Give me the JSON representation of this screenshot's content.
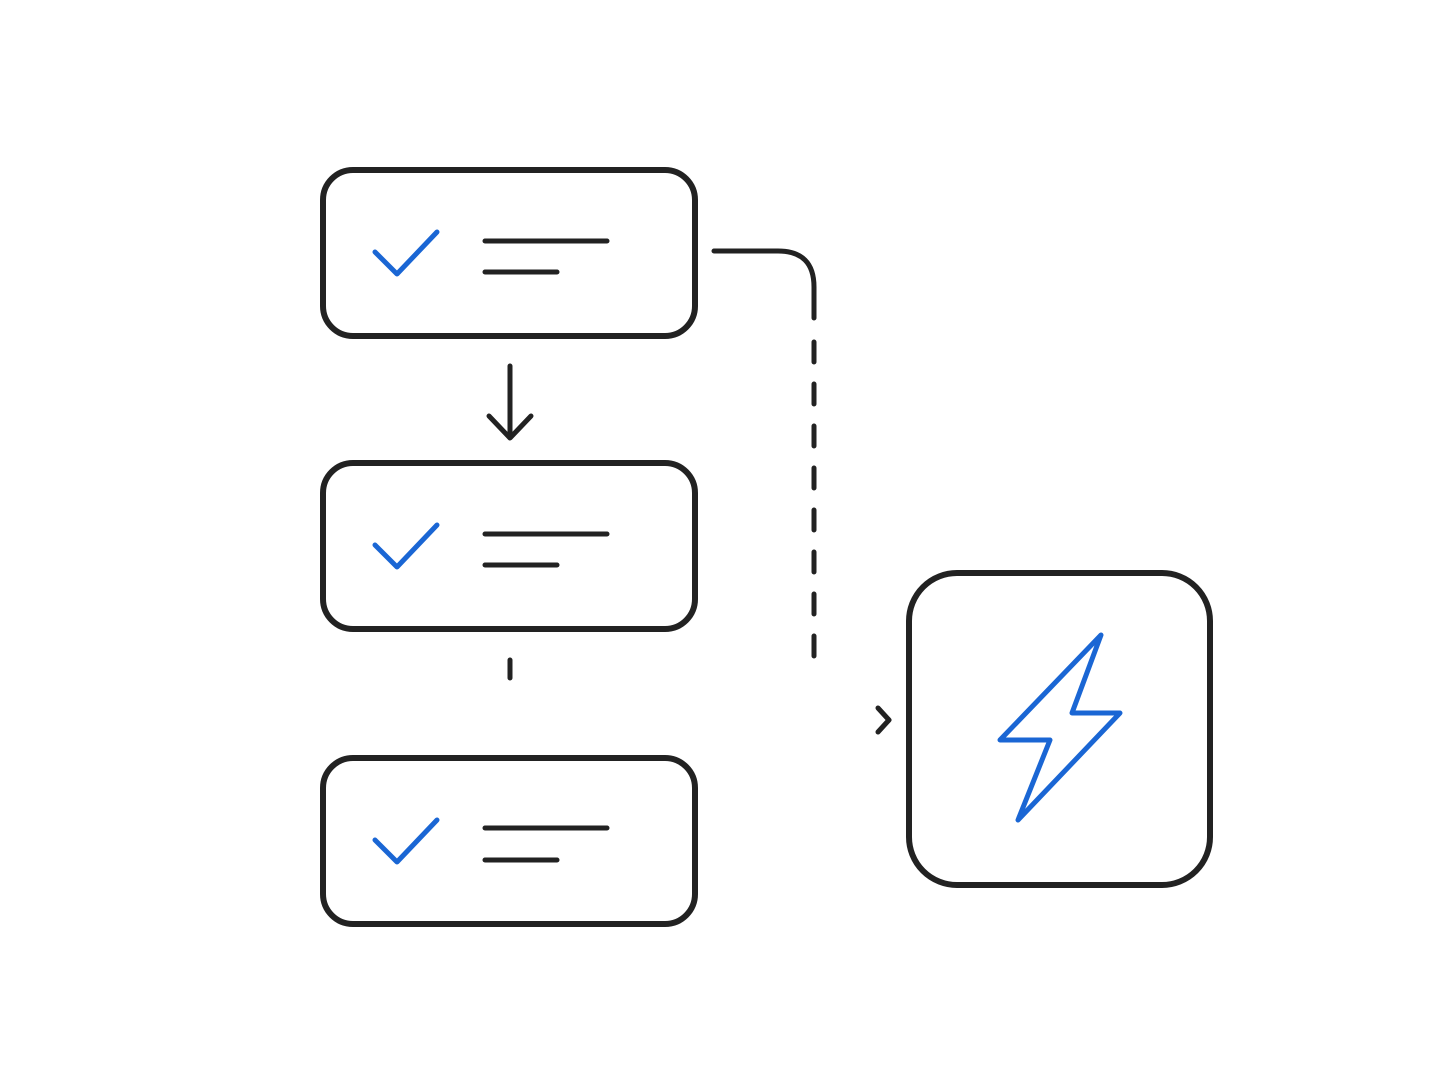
{
  "colors": {
    "background": "#ffffff",
    "stroke": "#222222",
    "accent": "#1a66d4"
  },
  "steps": [
    {
      "icon": "check-icon",
      "status": "complete"
    },
    {
      "icon": "check-icon",
      "status": "complete"
    },
    {
      "icon": "check-icon",
      "status": "complete"
    }
  ],
  "trigger": {
    "icon": "lightning-bolt-icon"
  },
  "connectors": [
    {
      "from": "step-1",
      "to": "step-2",
      "style": "solid-arrow"
    },
    {
      "from": "step-2",
      "to": "step-3",
      "style": "dashed"
    },
    {
      "from": "step-1",
      "to": "trigger",
      "style": "dashed-arrow"
    }
  ]
}
